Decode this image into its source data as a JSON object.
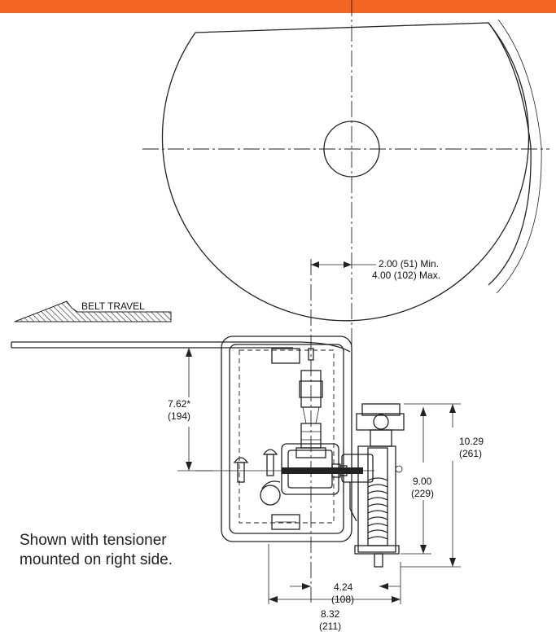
{
  "header": {
    "accent_color": "#f26522"
  },
  "labels": {
    "belt_travel": "BELT TRAVEL",
    "min_max_line1": "2.00 (51) Min.",
    "min_max_line2": "4.00 (102) Max.",
    "dim_height_in": "7.62*",
    "dim_height_mm": "(194)",
    "dim_overall_in": "10.29",
    "dim_overall_mm": "(261)",
    "dim_spring_in": "9.00",
    "dim_spring_mm": "(229)",
    "dim_offset_in": "4.24",
    "dim_offset_mm": "(108)",
    "dim_width_in": "8.32",
    "dim_width_mm": "(211)",
    "note_line1": "Shown with tensioner",
    "note_line2": "mounted on right side."
  }
}
